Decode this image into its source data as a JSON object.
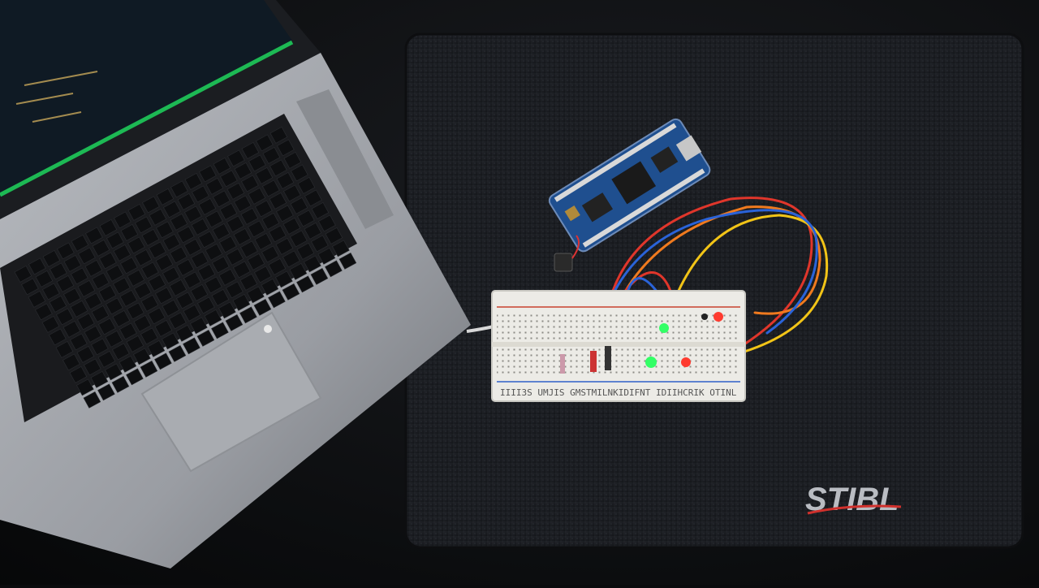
{
  "scene": {
    "description_free": true,
    "mat": {
      "logo_text": "STIBL"
    },
    "breadboard": {
      "bottom_label": "IIII3S UMJIS GMSTMILNKIDIFNT IDIIHCRIK OTINL"
    },
    "laptop": {
      "screen_theme": "dark-terminal",
      "screen_accent_color": "#1db954"
    },
    "colors": {
      "desk": "#0a0b0d",
      "mat": "#1a1c20",
      "board_pcb": "#1f4f8f",
      "wire_red": "#e0362b",
      "wire_orange": "#f07a1e",
      "wire_yellow": "#f2c417",
      "wire_blue": "#2a63d9",
      "led_green": "#33ff66",
      "led_red": "#ff3b2f"
    }
  }
}
